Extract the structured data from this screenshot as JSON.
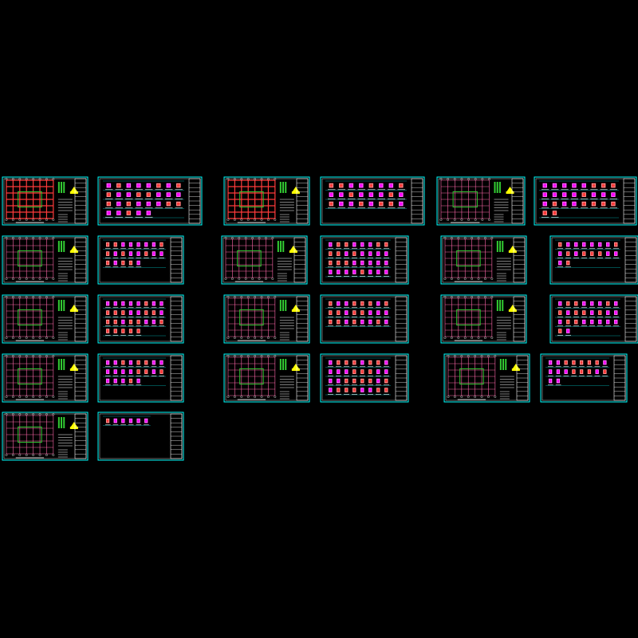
{
  "viewer": {
    "background": "#000000",
    "frame_color": "#00ffff",
    "plan_colors": [
      "#ff3b3b",
      "#ff66aa",
      "#33cc33",
      "#ffff00",
      "#ffffff"
    ],
    "detail_colors": [
      "#ff00ff",
      "#ff3b3b",
      "#ffffff",
      "#00ffff",
      "#33cc33"
    ]
  },
  "sheets": {
    "count": 26,
    "types": [
      "plan",
      "detail",
      "plan",
      "detail",
      "plan",
      "detail",
      "plan",
      "detail",
      "plan",
      "detail",
      "plan",
      "detail",
      "plan",
      "detail",
      "plan",
      "detail",
      "plan",
      "detail",
      "plan",
      "detail",
      "plan",
      "detail",
      "plan",
      "detail",
      "plan",
      "detail"
    ]
  }
}
